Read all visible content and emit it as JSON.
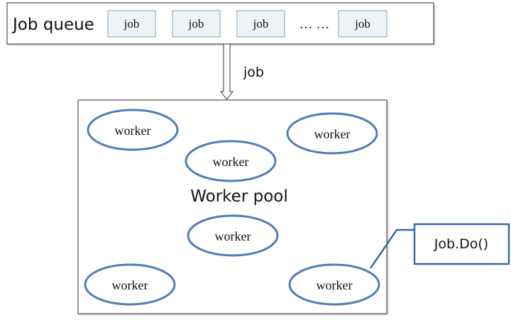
{
  "job_queue": {
    "title": "Job queue",
    "jobs": [
      "job",
      "job",
      "job",
      "job"
    ],
    "ellipsis": "… …"
  },
  "arrow_label": "job",
  "pool": {
    "title": "Worker pool",
    "workers": [
      "worker",
      "worker",
      "worker",
      "worker",
      "worker",
      "worker"
    ]
  },
  "callout": {
    "label": "Job.Do()"
  },
  "colors": {
    "worker_stroke": "#4f7db8",
    "callout_stroke": "#3a6aa8",
    "job_fill": "#eef3f6",
    "job_stroke": "#86a2b6"
  }
}
